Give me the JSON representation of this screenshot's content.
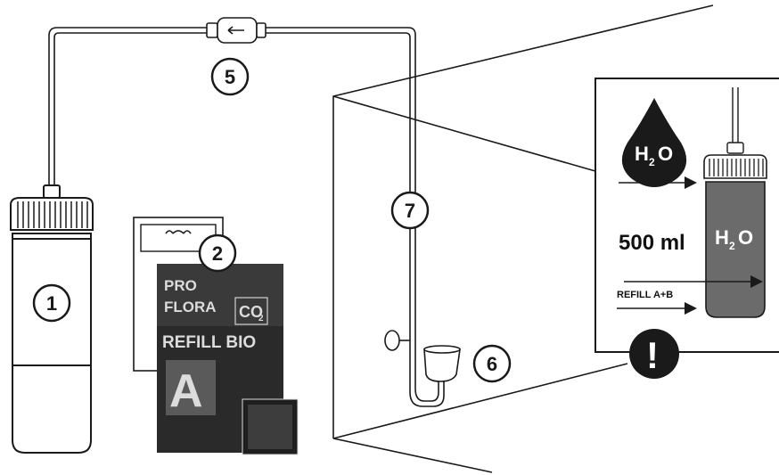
{
  "callouts": {
    "bottle": "1",
    "refill_pack": "2",
    "check_valve": "5",
    "diffuser": "6",
    "tubing": "7"
  },
  "package": {
    "brand_line1": "PRO",
    "brand_line2": "FLORA",
    "co2": "CO",
    "co2_sub": "2",
    "refill_text": "REFILL BIO",
    "letter": "A"
  },
  "inset": {
    "water_symbol": "H",
    "water_sub": "2",
    "water_o": "O",
    "volume_label": "500 ml",
    "bottle_label": "H",
    "bottle_sub": "2",
    "bottle_o": "O",
    "refill_label": "REFILL A+B",
    "warning_symbol": "!"
  },
  "colors": {
    "line": "#1a1a1a",
    "bottle_fill": "#6b6b6b",
    "package_dark": "#2a2a2a",
    "drop": "#1a1a1a"
  }
}
